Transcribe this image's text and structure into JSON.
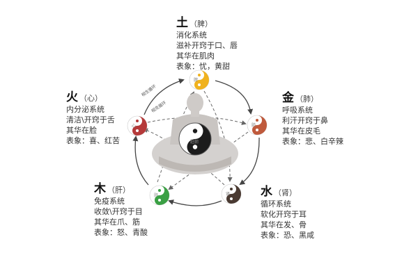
{
  "diagram": {
    "generate_label": "相生循环",
    "restrain_label": "相克循环",
    "center_label": "脏腑",
    "colors": {
      "earth": "#f0b21e",
      "metal": "#bf5a3c",
      "fire": "#b53a3a",
      "wood": "#3aa044",
      "water": "#4a3a32"
    }
  },
  "elements": {
    "earth": {
      "name": "土",
      "organ": "（脾）",
      "node_label": "脾",
      "lines": [
        "消化系统",
        "滋补开窍于口、唇",
        "其华在肌肉",
        "表象：忧，黄甜"
      ]
    },
    "metal": {
      "name": "金",
      "organ": "（肺）",
      "node_label": "肺",
      "lines": [
        "呼吸系统",
        "利汗开窍于鼻",
        "其华在皮毛",
        "表象：悲、白辛辣"
      ]
    },
    "fire": {
      "name": "火",
      "organ": "（心）",
      "node_label": "心",
      "lines": [
        "内分泌系统",
        "清洁\\开窍于舌",
        "其华在脸",
        "表象：喜、红苦"
      ]
    },
    "wood": {
      "name": "木",
      "organ": "（肝）",
      "node_label": "肝",
      "lines": [
        "免疫系统",
        "收敛\\开窍于目",
        "其华在爪、筋",
        "表象：怒、青酸"
      ]
    },
    "water": {
      "name": "水",
      "organ": "（肾）",
      "node_label": "肾",
      "lines": [
        "循环系统",
        "软化开窍于耳",
        "其华在发、骨",
        "表象：恐、黑咸"
      ]
    }
  }
}
